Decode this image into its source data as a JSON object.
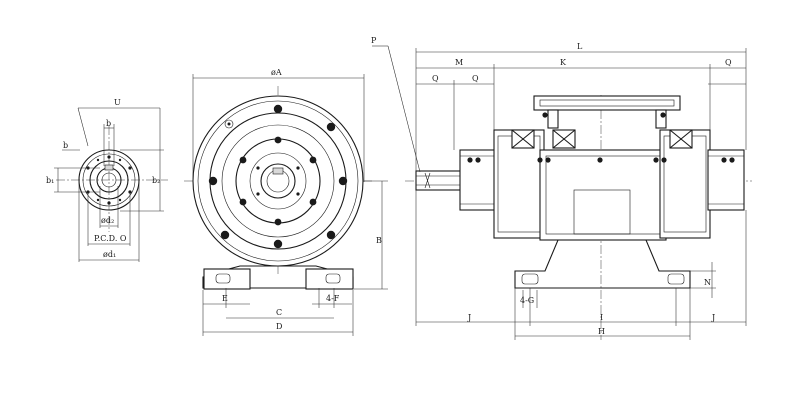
{
  "drawing": {
    "labels": {
      "U": "U",
      "b_top": "b",
      "b_left": "b",
      "d2": "ød₂",
      "b1_vertical": "b₁",
      "b2_vertical": "b₂",
      "pcd": "P.C.D. O",
      "d1": "ød₁",
      "A": "øA",
      "E": "E",
      "F": "4-F",
      "C": "C",
      "D": "D",
      "B": "B",
      "P": "P",
      "L": "L",
      "M": "M",
      "K": "K",
      "Q1": "Q",
      "Q2": "Q",
      "Q3": "Q",
      "N": "N",
      "J1": "J",
      "G": "4-G",
      "I": "I",
      "J2": "J",
      "H": "H"
    }
  }
}
